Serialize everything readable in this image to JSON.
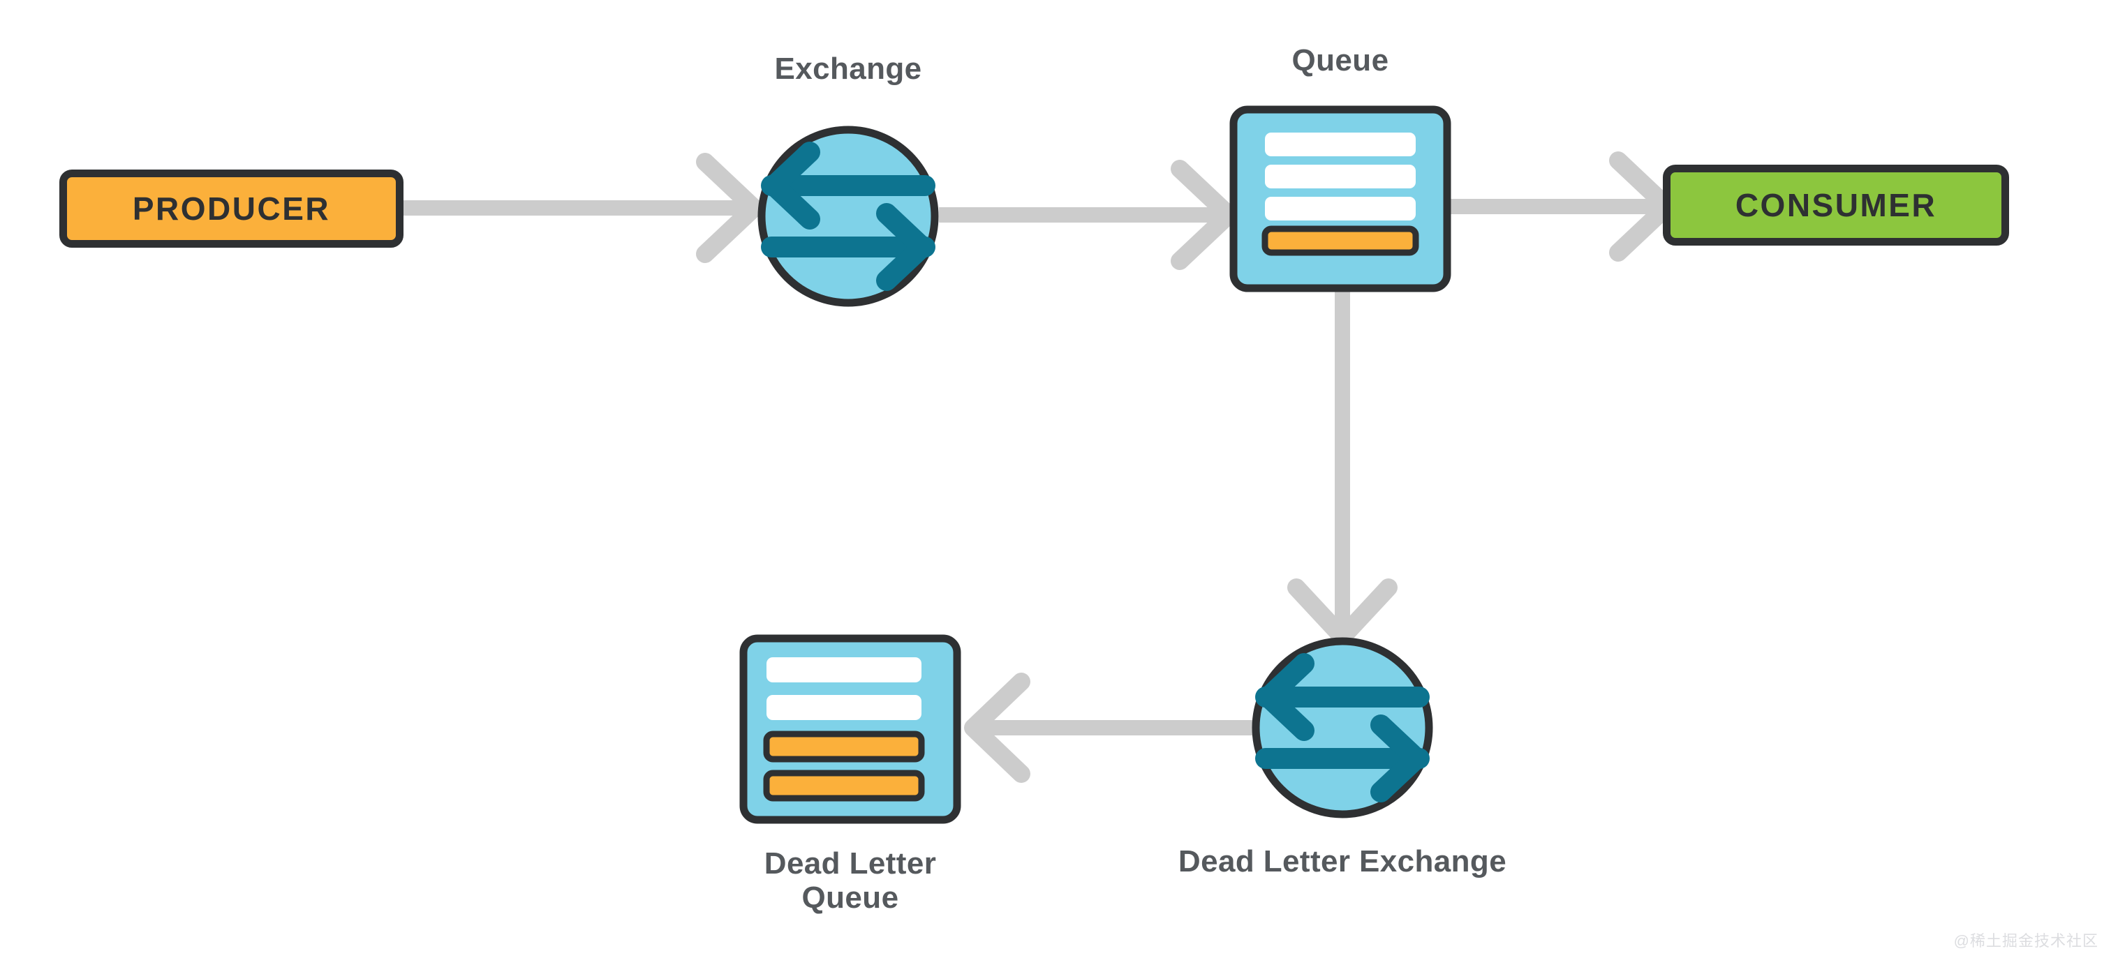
{
  "diagram": {
    "title": "RabbitMQ Dead Letter Exchange flow",
    "background": "#ffffff",
    "colors": {
      "producer_fill": "#fbb03b",
      "consumer_fill": "#8cc63e",
      "node_stroke": "#2e3032",
      "queue_fill": "#7fd2e8",
      "exchange_fill": "#7fd2e8",
      "message_white": "#ffffff",
      "message_orange": "#fbb03b",
      "exchange_arrow": "#0d7490",
      "connector": "#cccccc",
      "label_text": "#55595d",
      "watermark_text": "#dcdde0"
    },
    "nodes": {
      "producer": {
        "label": "PRODUCER",
        "shape": "rounded-rect",
        "fill": "#fbb03b"
      },
      "exchange": {
        "label": "Exchange",
        "shape": "circle",
        "fill": "#7fd2e8",
        "icon": "exchange-swap-arrows"
      },
      "queue": {
        "label": "Queue",
        "shape": "rounded-rect",
        "fill": "#7fd2e8",
        "messages": [
          "white",
          "white",
          "white",
          "orange"
        ]
      },
      "consumer": {
        "label": "CONSUMER",
        "shape": "rounded-rect",
        "fill": "#8cc63e"
      },
      "dead_letter_exchange": {
        "label": "Dead Letter Exchange",
        "shape": "circle",
        "fill": "#7fd2e8",
        "icon": "exchange-swap-arrows"
      },
      "dead_letter_queue": {
        "label": "Dead Letter\nQueue",
        "shape": "rounded-rect",
        "fill": "#7fd2e8",
        "messages": [
          "white",
          "white",
          "orange",
          "orange"
        ]
      }
    },
    "connectors": [
      {
        "from": "producer",
        "to": "exchange",
        "direction": "right"
      },
      {
        "from": "exchange",
        "to": "queue",
        "direction": "right"
      },
      {
        "from": "queue",
        "to": "consumer",
        "direction": "right"
      },
      {
        "from": "queue",
        "to": "dead_letter_exchange",
        "direction": "down"
      },
      {
        "from": "dead_letter_exchange",
        "to": "dead_letter_queue",
        "direction": "left"
      }
    ],
    "watermark": "@稀土掘金技术社区"
  }
}
